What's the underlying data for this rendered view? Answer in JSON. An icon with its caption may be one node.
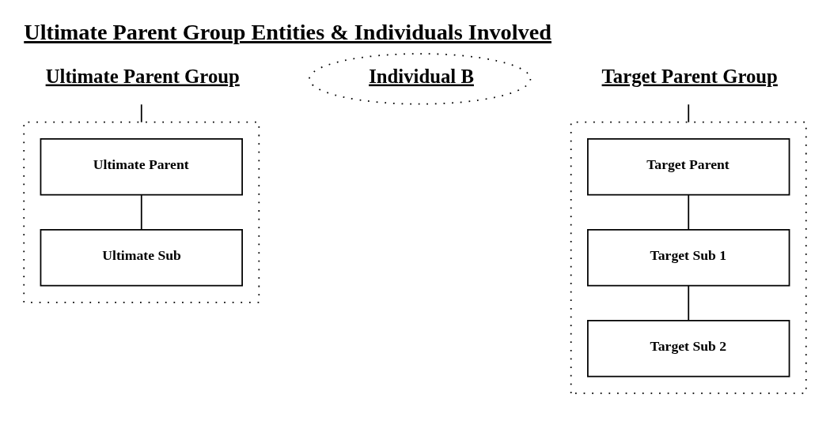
{
  "diagram": {
    "title": "Ultimate Parent Group Entities & Individuals Involved",
    "nodes": [
      {
        "text": [
          "Ultimate Parent Group"
        ]
      },
      {
        "text": [],
        "shape": "box"
      },
      {
        "text": [
          "Ultimate Parent"
        ],
        "in": 1
      },
      {
        "text": [
          "Ultimate Sub"
        ],
        "in": 1
      },
      {
        "text": [
          "Individual B"
        ]
      },
      {
        "text": [
          "Target Parent Group"
        ]
      },
      {
        "text": [],
        "shape": "box"
      },
      {
        "text": [
          "Target Parent"
        ],
        "in": 6
      },
      {
        "text": [
          "Target Sub 1"
        ],
        "in": 6
      },
      {
        "text": [
          "Target Sub 2"
        ],
        "in": 6
      }
    ],
    "edges": [
      {
        "from": 0,
        "to": 1,
        "arrow": "none"
      },
      {
        "from": 2,
        "to": 3,
        "arrow": "none"
      },
      {
        "from": 5,
        "to": 6,
        "arrow": "none"
      },
      {
        "from": 7,
        "to": 8,
        "arrow": "none"
      },
      {
        "from": 8,
        "to": 9,
        "arrow": "none"
      }
    ]
  }
}
